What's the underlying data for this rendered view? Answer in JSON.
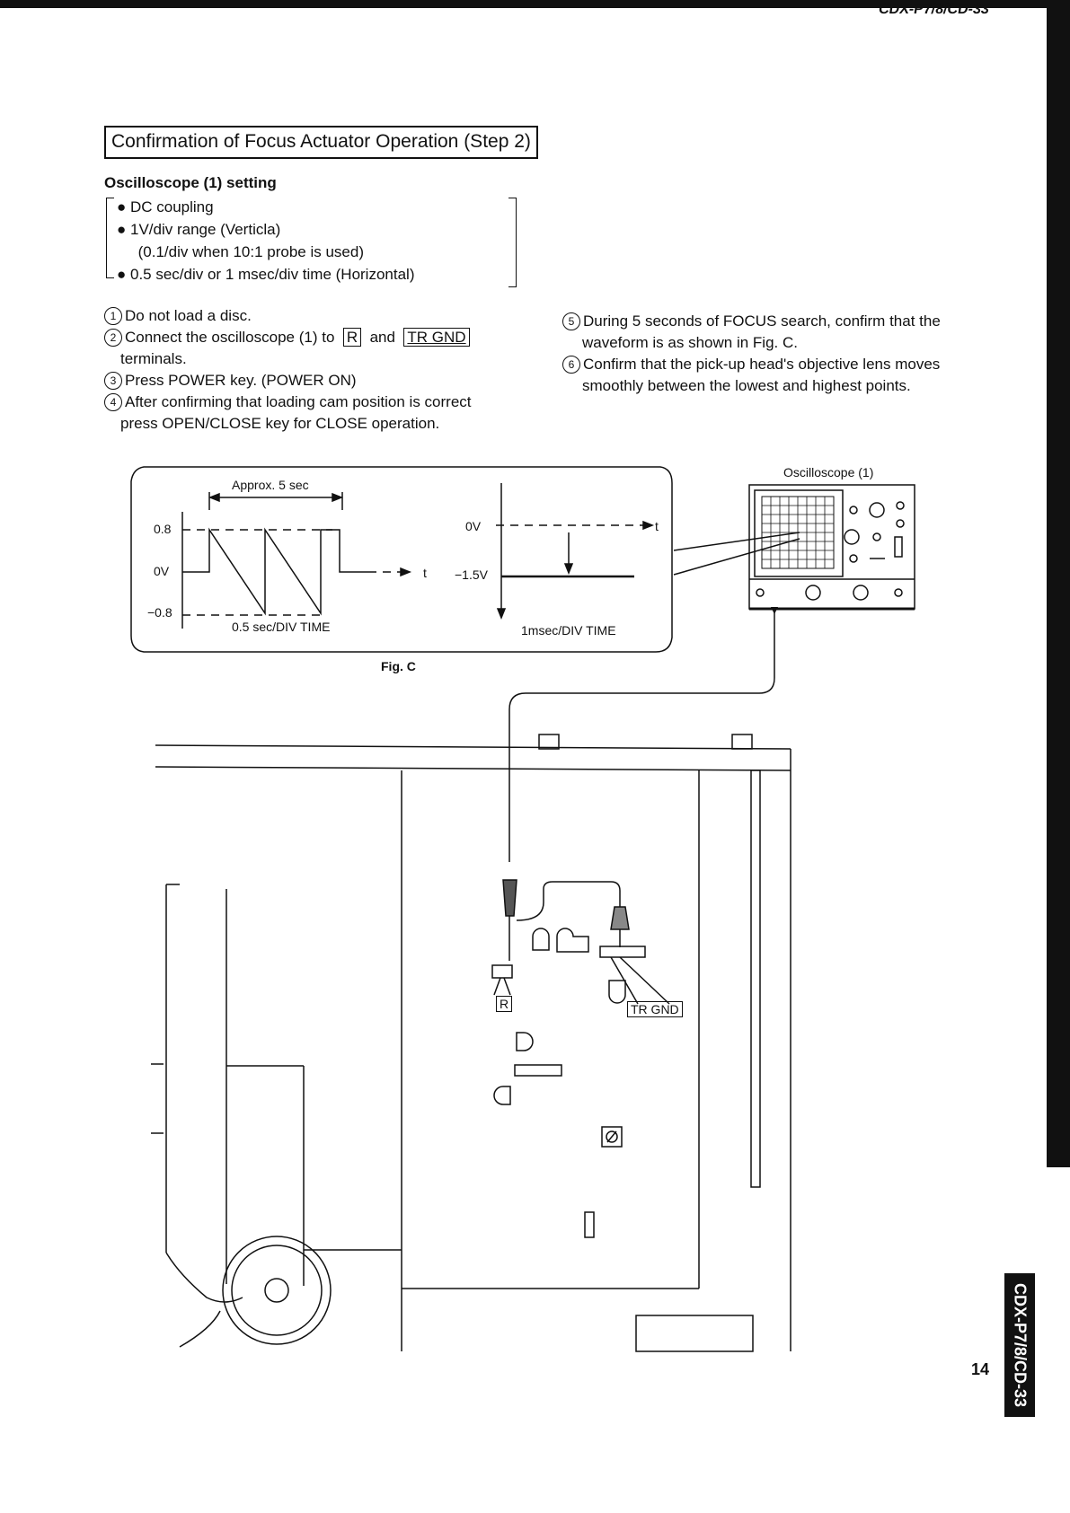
{
  "header": {
    "doc_code": "CDX-P7/8/CD-33",
    "page_number": "14",
    "side_tab": "CDX-P7/8/CD-33"
  },
  "section_title": "Confirmation of Focus Actuator Operation (Step 2)",
  "oscilloscope_setting": {
    "title": "Oscilloscope (1) setting",
    "lines": [
      "●  DC coupling",
      "●  1V/div range (Verticla)",
      "     (0.1/div when 10:1 probe is used)",
      "●  0.5 sec/div or 1 msec/div time (Horizontal)"
    ]
  },
  "steps_left": [
    {
      "num": "1",
      "lines": [
        "Do not load a disc."
      ]
    },
    {
      "num": "2",
      "lines": [
        "Connect the oscilloscope (1) to",
        "terminals."
      ],
      "term_r": "R",
      "and": "and",
      "term_trgnd": "TR GND"
    },
    {
      "num": "3",
      "lines": [
        "Press POWER key. (POWER ON)"
      ]
    },
    {
      "num": "4",
      "lines": [
        "After confirming that loading cam position is correct",
        "press OPEN/CLOSE key for CLOSE operation."
      ]
    }
  ],
  "steps_right": [
    {
      "num": "5",
      "lines": [
        "During 5 seconds of FOCUS search, confirm that the",
        "waveform is as shown in Fig. C."
      ]
    },
    {
      "num": "6",
      "lines": [
        "Confirm that the pick-up head's objective lens moves",
        "smoothly between the lowest and highest points."
      ]
    }
  ],
  "figure": {
    "caption": "Fig. C",
    "left_wave": {
      "span_label": "Approx. 5 sec",
      "y_labels": [
        "0.8",
        "0V",
        "−0.8"
      ],
      "t_label": "t",
      "time_label": "0.5 sec/DIV TIME"
    },
    "right_wave": {
      "y_labels": [
        "0V",
        "−1.5V"
      ],
      "t_label": "t",
      "time_label": "1msec/DIV TIME"
    },
    "oscilloscope_label": "Oscilloscope (1)"
  },
  "diagram_labels": {
    "r_terminal": "R",
    "trgnd_terminal": "TR GND"
  }
}
